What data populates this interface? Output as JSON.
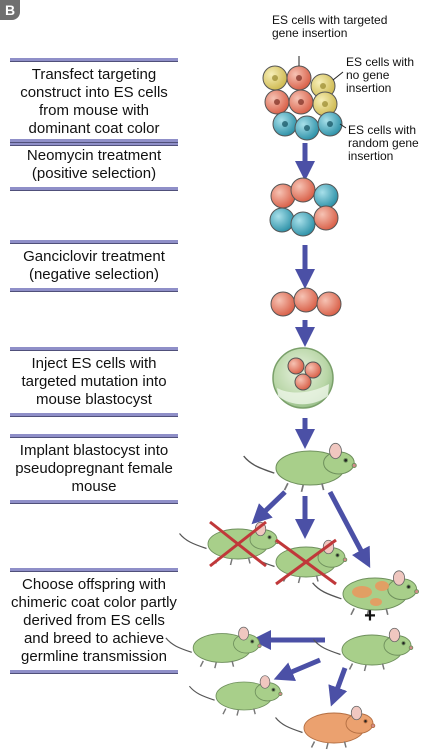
{
  "panel_label": "B",
  "steps": [
    "Transfect targeting construct into ES cells from mouse with dominant coat color",
    "Neomycin treatment (positive selection)",
    "Ganciclovir treatment (negative selection)",
    "Inject ES cells with targeted mutation into mouse blastocyst",
    "Implant blastocyst into pseudopregnant female mouse",
    "Choose offspring with chimeric coat color partly derived from ES cells and breed to achieve germline transmission"
  ],
  "cell_labels": {
    "targeted": "ES cells with targeted gene insertion",
    "no_insertion": "ES cells with no gene insertion",
    "random": "ES cells with random gene insertion"
  },
  "cross_symbol": "+",
  "colors": {
    "targeted_cell": "#e0745c",
    "no_insertion_cell": "#e0cf6a",
    "random_cell": "#3aa5b8",
    "arrow": "#5a5fb0",
    "mouse_wildtype": "#a8cf8a",
    "mouse_chimera_patch": "#e89a60",
    "mouse_germline": "#eba16f",
    "reject_cross": "#c0383a"
  }
}
